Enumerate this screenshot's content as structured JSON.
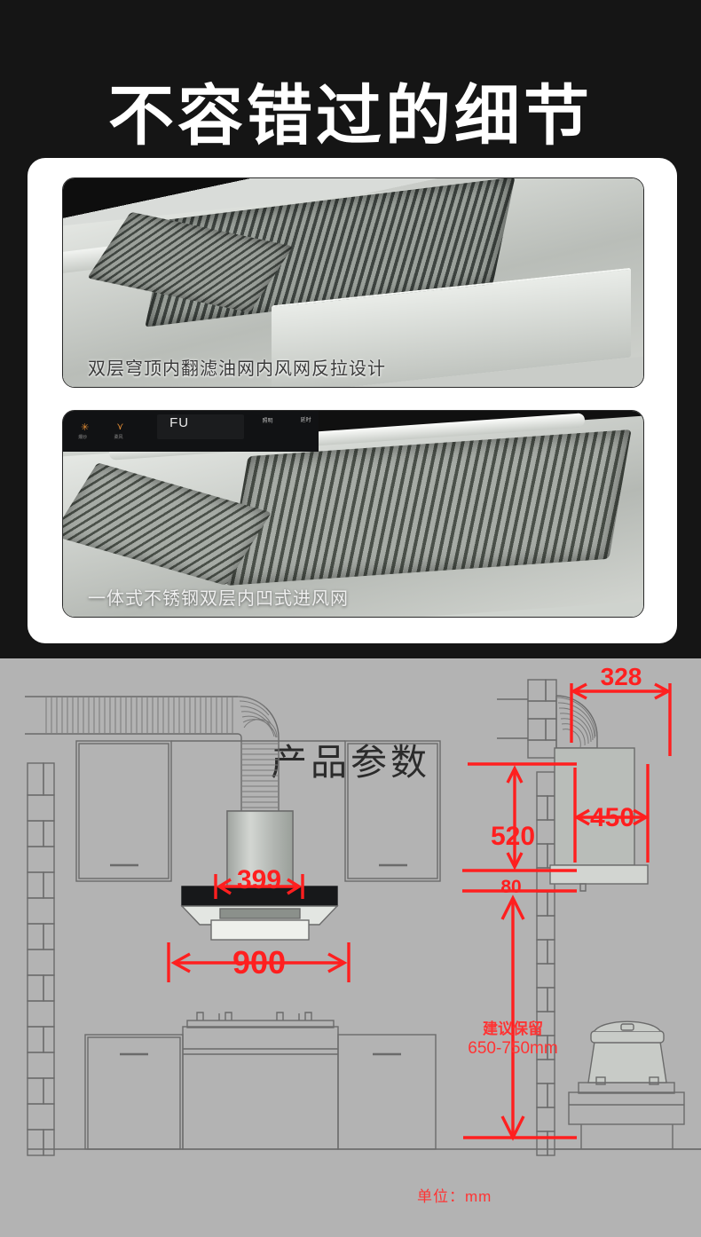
{
  "hero": {
    "title": "不容错过的细节",
    "cards": [
      {
        "caption": "双层穹顶内翻滤油网内风网反拉设计",
        "icon": "range-hood-grille-photo"
      },
      {
        "caption": "一体式不锈钢双层内凹式进风网",
        "icon": "range-hood-intake-photo",
        "control_panel": {
          "display_value": "FU",
          "buttons": [
            {
              "glyph": "✳",
              "label": "爆炒"
            },
            {
              "glyph": "⋎",
              "label": "柔风"
            }
          ],
          "right_labels": [
            "照明",
            "延时"
          ]
        }
      }
    ]
  },
  "spec": {
    "title": "产品参数",
    "unit_label": "单位：mm",
    "front_view": {
      "duct_width": "399",
      "hood_width": "900"
    },
    "side_view": {
      "duct_offset": "328",
      "wall_height": "520",
      "hood_depth": "450",
      "top_gap": "80",
      "clearance_note_line1": "建议保留",
      "clearance_note_line2": "650-750mm"
    }
  },
  "colors": {
    "hero_bg": "#151515",
    "card_bg": "#ffffff",
    "spec_bg": "#b3b3b3",
    "dimension_red": "#ff1f1f",
    "line_gray": "#6b6b6b"
  }
}
